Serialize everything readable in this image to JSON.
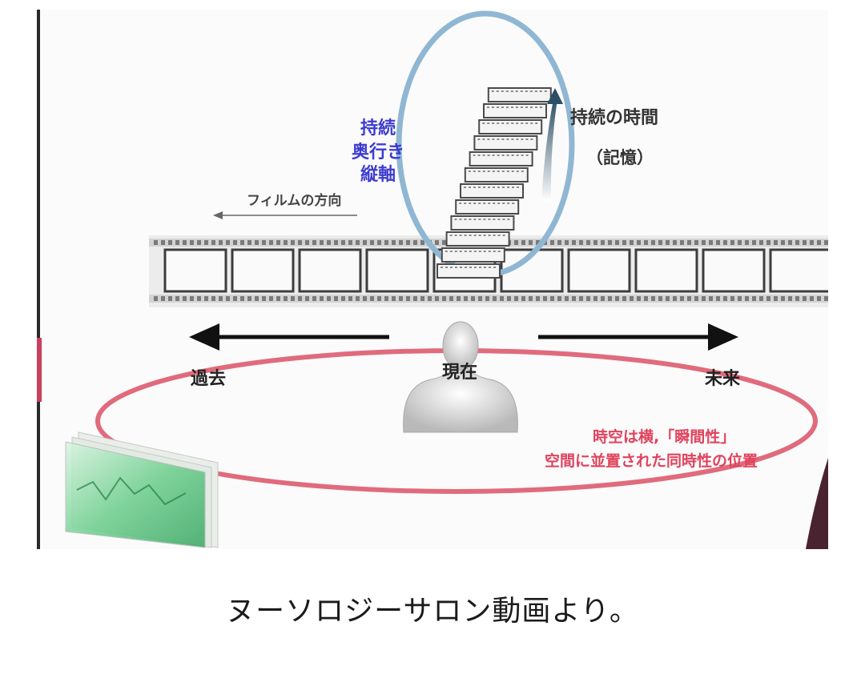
{
  "diagram": {
    "duration_label": "持続\n奥行き\n縦軸",
    "time_of_duration": "持続の時間",
    "memory": "（記憶）",
    "film_direction": "フィルムの方向",
    "past": "過去",
    "present": "現在",
    "future": "未来",
    "spacetime_line1": "時空は横,「瞬間性」",
    "spacetime_line2": "空間に並置された同時性の位置",
    "colors": {
      "blue_ellipse": "#8fb7d3",
      "red_ellipse": "#e06b7c",
      "purple_text": "#3c3ccf",
      "red_text": "#e0435d"
    }
  },
  "caption": "ヌーソロジーサロン動画より。"
}
